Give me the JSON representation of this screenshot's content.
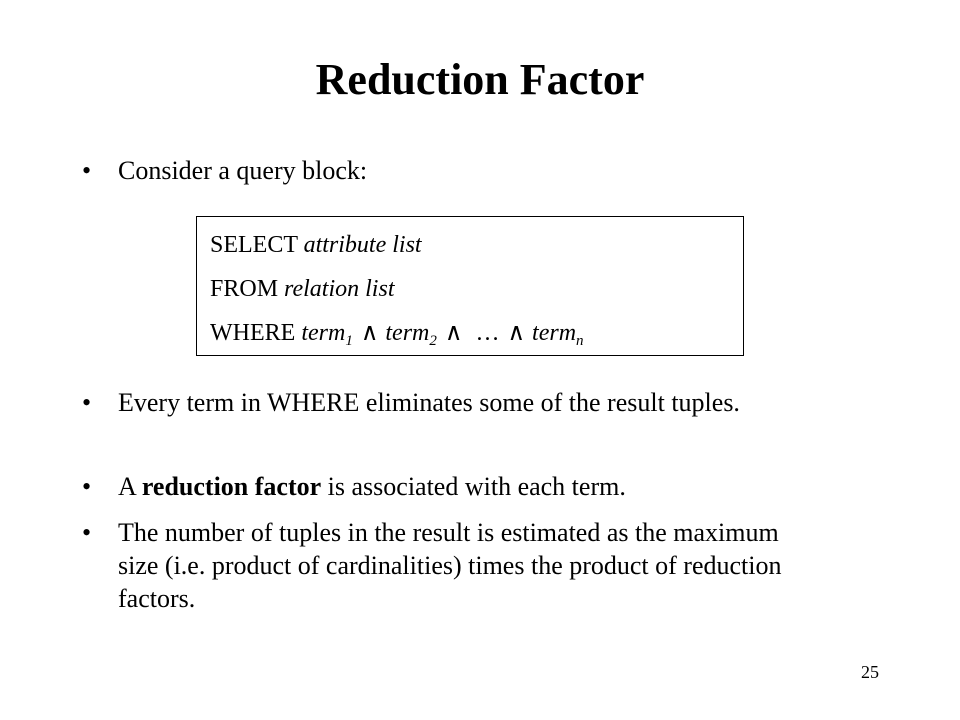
{
  "slide": {
    "title": "Reduction Factor",
    "bullet_symbol": "•",
    "bullets": [
      {
        "text": "Consider a query block:"
      },
      {
        "text": "Every term in WHERE eliminates some of the result tuples."
      },
      {
        "pre": "A ",
        "bold": "reduction factor",
        "post": " is associated with each term."
      },
      {
        "text": "The number of tuples in the result is estimated as the maximum size (i.e. product of cardinalities) times the product of reduction factors."
      }
    ],
    "query": {
      "select_keyword": "SELECT",
      "select_value": "attribute list",
      "from_keyword": "FROM",
      "from_value": "relation list",
      "where_keyword": "WHERE",
      "term_word": "term",
      "term1_sub": "1",
      "term2_sub": "2",
      "termn_sub": "n",
      "and_operator": "∧",
      "ellipsis": "…"
    },
    "page_number": "25"
  }
}
